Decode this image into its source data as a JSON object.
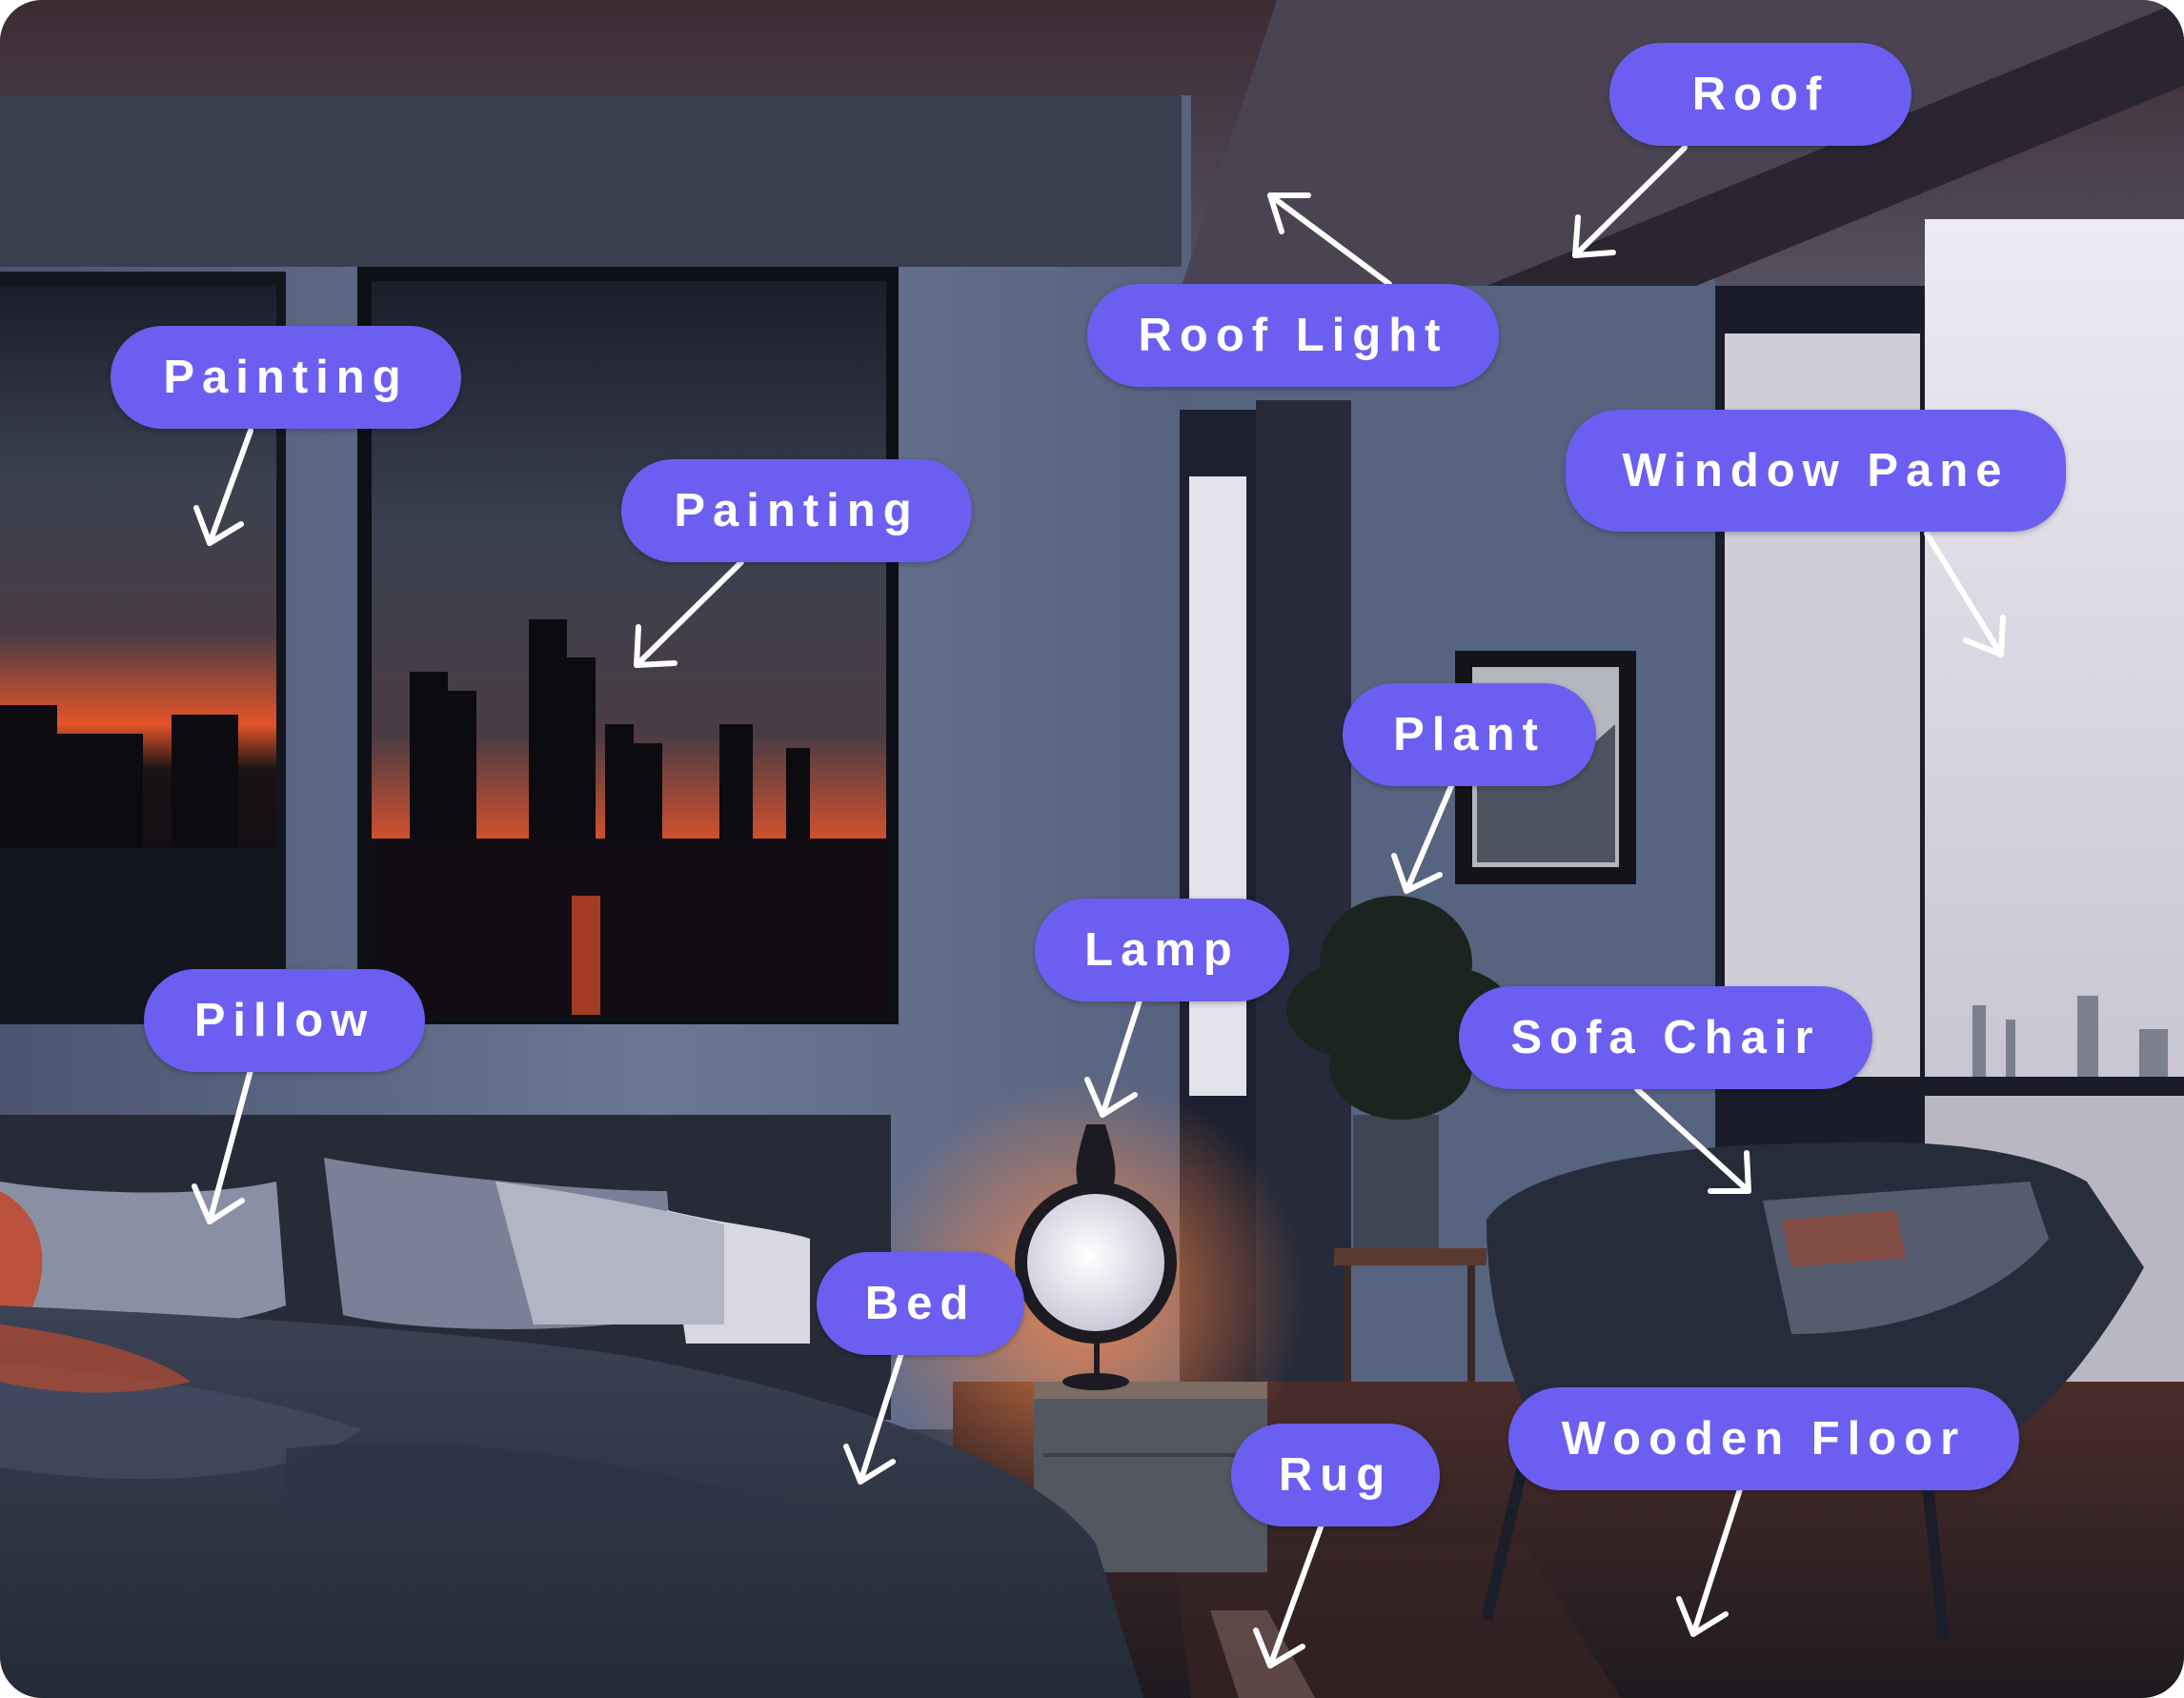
{
  "labels": {
    "roof": "Roof",
    "roof_light": "Roof Light",
    "painting_left": "Painting",
    "painting_center": "Painting",
    "window_pane": "Window Pane",
    "plant": "Plant",
    "lamp": "Lamp",
    "pillow": "Pillow",
    "sofa_chair": "Sofa Chair",
    "bed": "Bed",
    "rug": "Rug",
    "wooden_floor": "Wooden Floor"
  },
  "colors": {
    "label_bg": "#6b5ff2",
    "label_text": "#ffffff",
    "arrow": "#ffffff",
    "wall": "#5c6a86",
    "sunset": "#e4532a"
  }
}
